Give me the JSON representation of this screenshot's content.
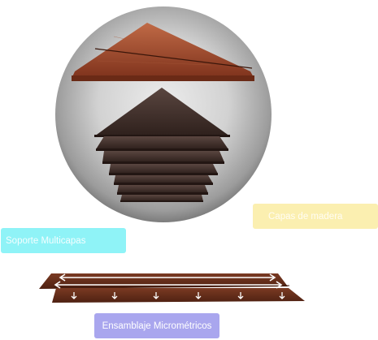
{
  "labels": {
    "capas": "Capas de madera",
    "soporte": "Soporte Multicapas",
    "ensamblaje": "Ensamblaje Micrométricos"
  },
  "colors": {
    "circle_center": "#dedede",
    "circle_edge": "#8a8a8a",
    "wood_top": "#8b3b22",
    "wood_top_light": "#b4603f",
    "dark_layers": "#3b2a26",
    "plank": "#6b2f1c",
    "capas_bg": "#fbefb0",
    "soporte_bg": "#8ff3f7",
    "ensamblaje_bg": "#a9a6ee"
  }
}
